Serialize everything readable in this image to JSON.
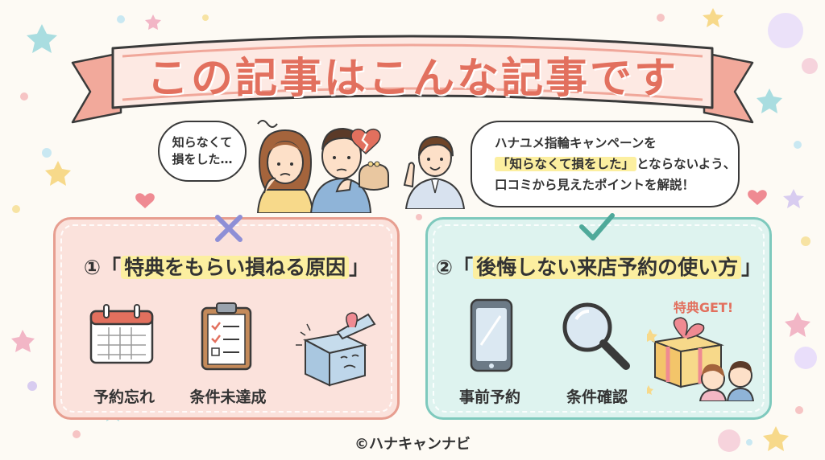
{
  "banner": {
    "title": "この記事はこんな記事です"
  },
  "bubble_left": {
    "line1": "知らなくて",
    "line2": "損をした…"
  },
  "bubble_right": {
    "line1": "ハナユメ指輪キャンペーンを",
    "line2_highlight": "「知らなくて損をした」",
    "line2_rest": "とならないよう、",
    "line3": "口コミから見えたポイントを解説！"
  },
  "left_panel": {
    "title_prefix": "①「",
    "title_main": "特典をもらい損ねる原因",
    "title_suffix": "」",
    "items": [
      {
        "label": "予約忘れ"
      },
      {
        "label": "条件未達成"
      }
    ],
    "mark_icon": "cross-icon"
  },
  "right_panel": {
    "title_prefix": "②「",
    "title_main": "後悔しない来店予約の使い方",
    "title_suffix": "」",
    "items": [
      {
        "label": "事前予約"
      },
      {
        "label": "条件確認"
      }
    ],
    "gift_caption": "特典GET!",
    "mark_icon": "check-icon"
  },
  "footer": {
    "credit": "©ハナキャンナビ"
  },
  "colors": {
    "coral": "#e2705e",
    "pink_panel": "#fbe2dc",
    "mint_panel": "#def3ef",
    "highlight": "#fcefa0"
  }
}
